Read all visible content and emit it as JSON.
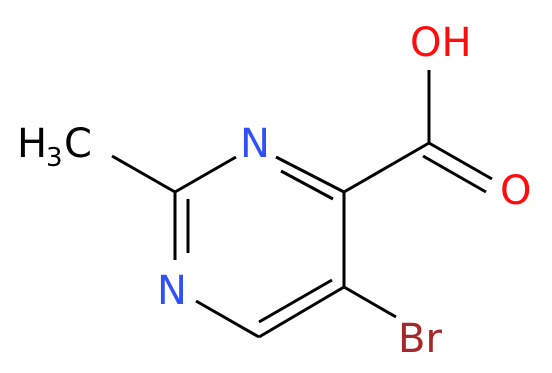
{
  "molecule": {
    "atoms": {
      "hydroxyl_O": {
        "text": "OH",
        "color": "#ff0d0d"
      },
      "carbonyl_O": {
        "text": "O",
        "color": "#ff0d0d"
      },
      "ring_N_top": {
        "text": "N",
        "color": "#3050f8"
      },
      "ring_N_bottom": {
        "text": "N",
        "color": "#3050f8"
      },
      "bromine": {
        "text": "Br",
        "color": "#a62929"
      },
      "methyl": {
        "text": "H",
        "subscript": "3",
        "suffix": "C",
        "color": "#000000"
      }
    },
    "bond_color": "#000000"
  }
}
